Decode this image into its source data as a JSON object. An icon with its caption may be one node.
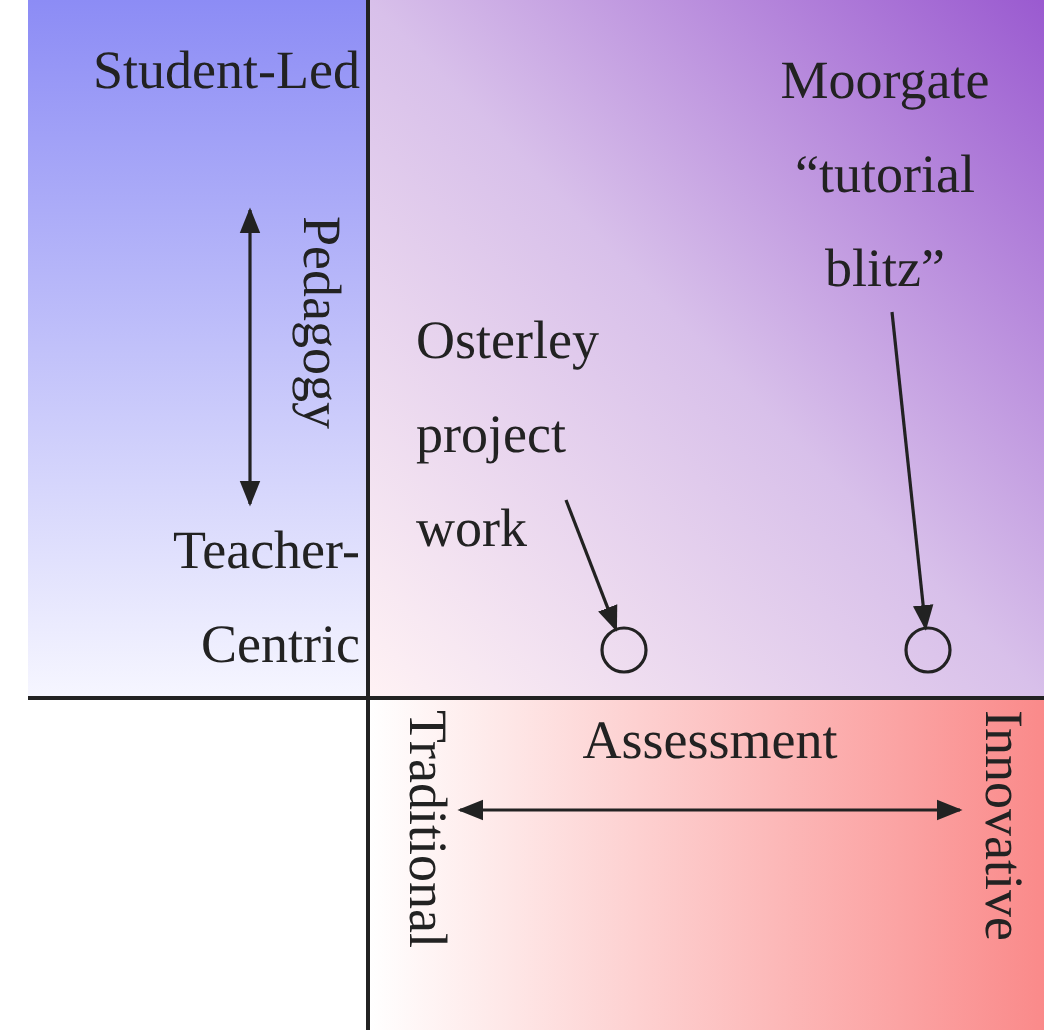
{
  "diagram": {
    "nodes": [
      {
        "text": [
          "Moorgate “tutorial blitz”"
        ]
      },
      {
        "text": [
          "Osterley project work"
        ]
      },
      {
        "text": [],
        "shape": "circle"
      },
      {
        "text": [],
        "shape": "circle"
      }
    ],
    "edges": [
      {
        "from": 1,
        "to": 2,
        "arrow": "to"
      },
      {
        "from": 0,
        "to": 3,
        "arrow": "to"
      }
    ],
    "labels": [
      "Student-Led",
      "Pedagogy",
      "Teacher-Centric",
      "Assessment",
      "Traditional",
      "Innovative"
    ]
  }
}
